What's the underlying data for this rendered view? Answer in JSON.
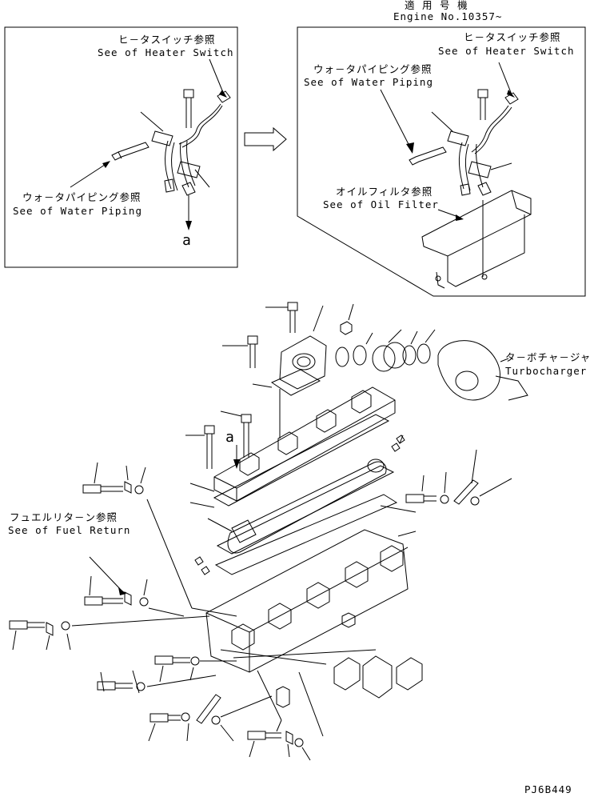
{
  "header": {
    "applicability_jp": "適 用 号 機",
    "engine_no": "Engine No.10357~"
  },
  "left_panel": {
    "heater_switch_jp": "ヒ－タスイッチ参照",
    "heater_switch_en": "See of Heater Switch",
    "water_piping_jp": "ウォ－タパイピング参照",
    "water_piping_en": "See of Water Piping",
    "marker_a": "a"
  },
  "right_panel": {
    "heater_switch_jp": "ヒ－タスイッチ参照",
    "heater_switch_en": "See of Heater Switch",
    "water_piping_jp": "ウォ－タパイピング参照",
    "water_piping_en": "See of Water Piping",
    "oil_filter_jp": "オイルフィルタ参照",
    "oil_filter_en": "See of Oil Filter"
  },
  "main": {
    "turbo_jp": "タ－ボチャ－ジャ",
    "turbo_en": "Turbocharger",
    "marker_a": "a",
    "fuel_return_jp": "フュエルリタ－ン参照",
    "fuel_return_en": "See of Fuel Return"
  },
  "footer": {
    "drawing_code": "PJ6B449"
  }
}
